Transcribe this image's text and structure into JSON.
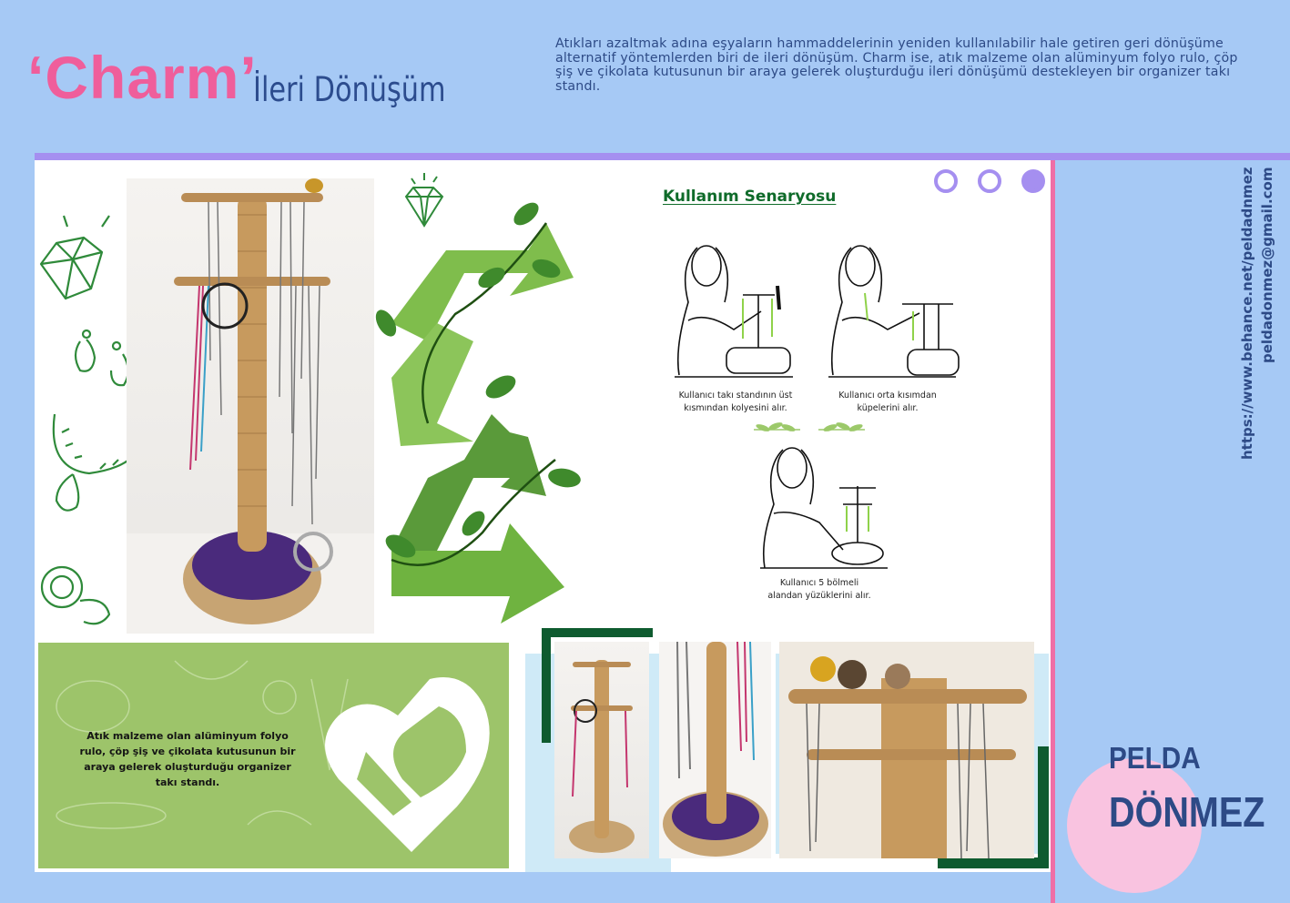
{
  "header": {
    "title": "‘Charm’",
    "subtitle": "İleri Dönüşüm",
    "description": "Atıkları azaltmak adına eşyaların hammaddelerinin yeniden kullanılabilir hale getiren geri dönüşüme alternatif yöntemlerden biri de ileri dönüşüm. Charm ise, atık malzeme olan alüminyum folyo rulo, çöp şiş ve çikolata kutusunun bir araya gelerek oluşturduğu ileri dönüşümü destekleyen bir organizer takı standı."
  },
  "scenario": {
    "title": "Kullanım Senaryosu",
    "steps": [
      {
        "caption_line1": "Kullanıcı takı standının üst",
        "caption_line2": "kısmından kolyesini alır."
      },
      {
        "caption_line1": "Kullanıcı orta kısımdan",
        "caption_line2": "küpelerini alır."
      },
      {
        "caption_line1": "Kullanıcı 5 bölmeli",
        "caption_line2": "alandan yüzüklerini alır."
      }
    ]
  },
  "green_box": {
    "text": "Atık malzeme olan alüminyum folyo rulo, çöp şiş ve çikolata kutusunun bir araya gelerek oluşturduğu organizer takı standı."
  },
  "designer": {
    "behance": "https://www.behance.net/peldadnmez",
    "email": "peldadonmez@gmail.com",
    "first_name": "PELDA",
    "last_name": "DÖNMEZ"
  },
  "colors": {
    "background": "#a6c9f5",
    "accent_pink": "#ef5e9b",
    "accent_purple": "#a58ff0",
    "text_blue": "#2d4a86",
    "leaf_green": "#5a9a3a"
  }
}
